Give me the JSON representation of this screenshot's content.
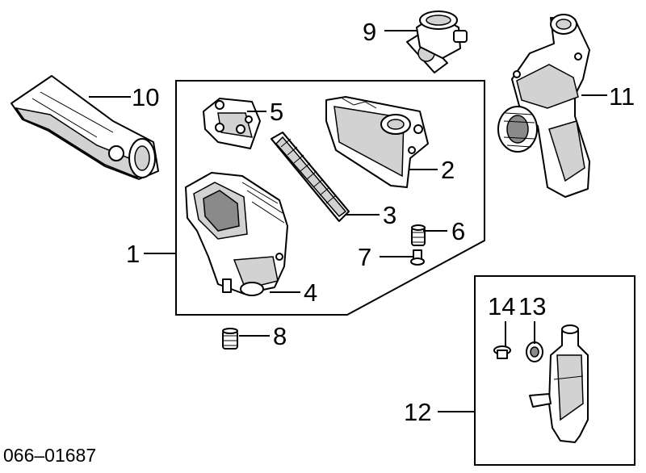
{
  "diagram": {
    "callouts": {
      "p1": "1",
      "p2": "2",
      "p3": "3",
      "p4": "4",
      "p5": "5",
      "p6": "6",
      "p7": "7",
      "p8": "8",
      "p9": "9",
      "p10": "10",
      "p11": "11",
      "p12": "12",
      "p13": "13",
      "p14": "14"
    },
    "code": "066–01687"
  }
}
